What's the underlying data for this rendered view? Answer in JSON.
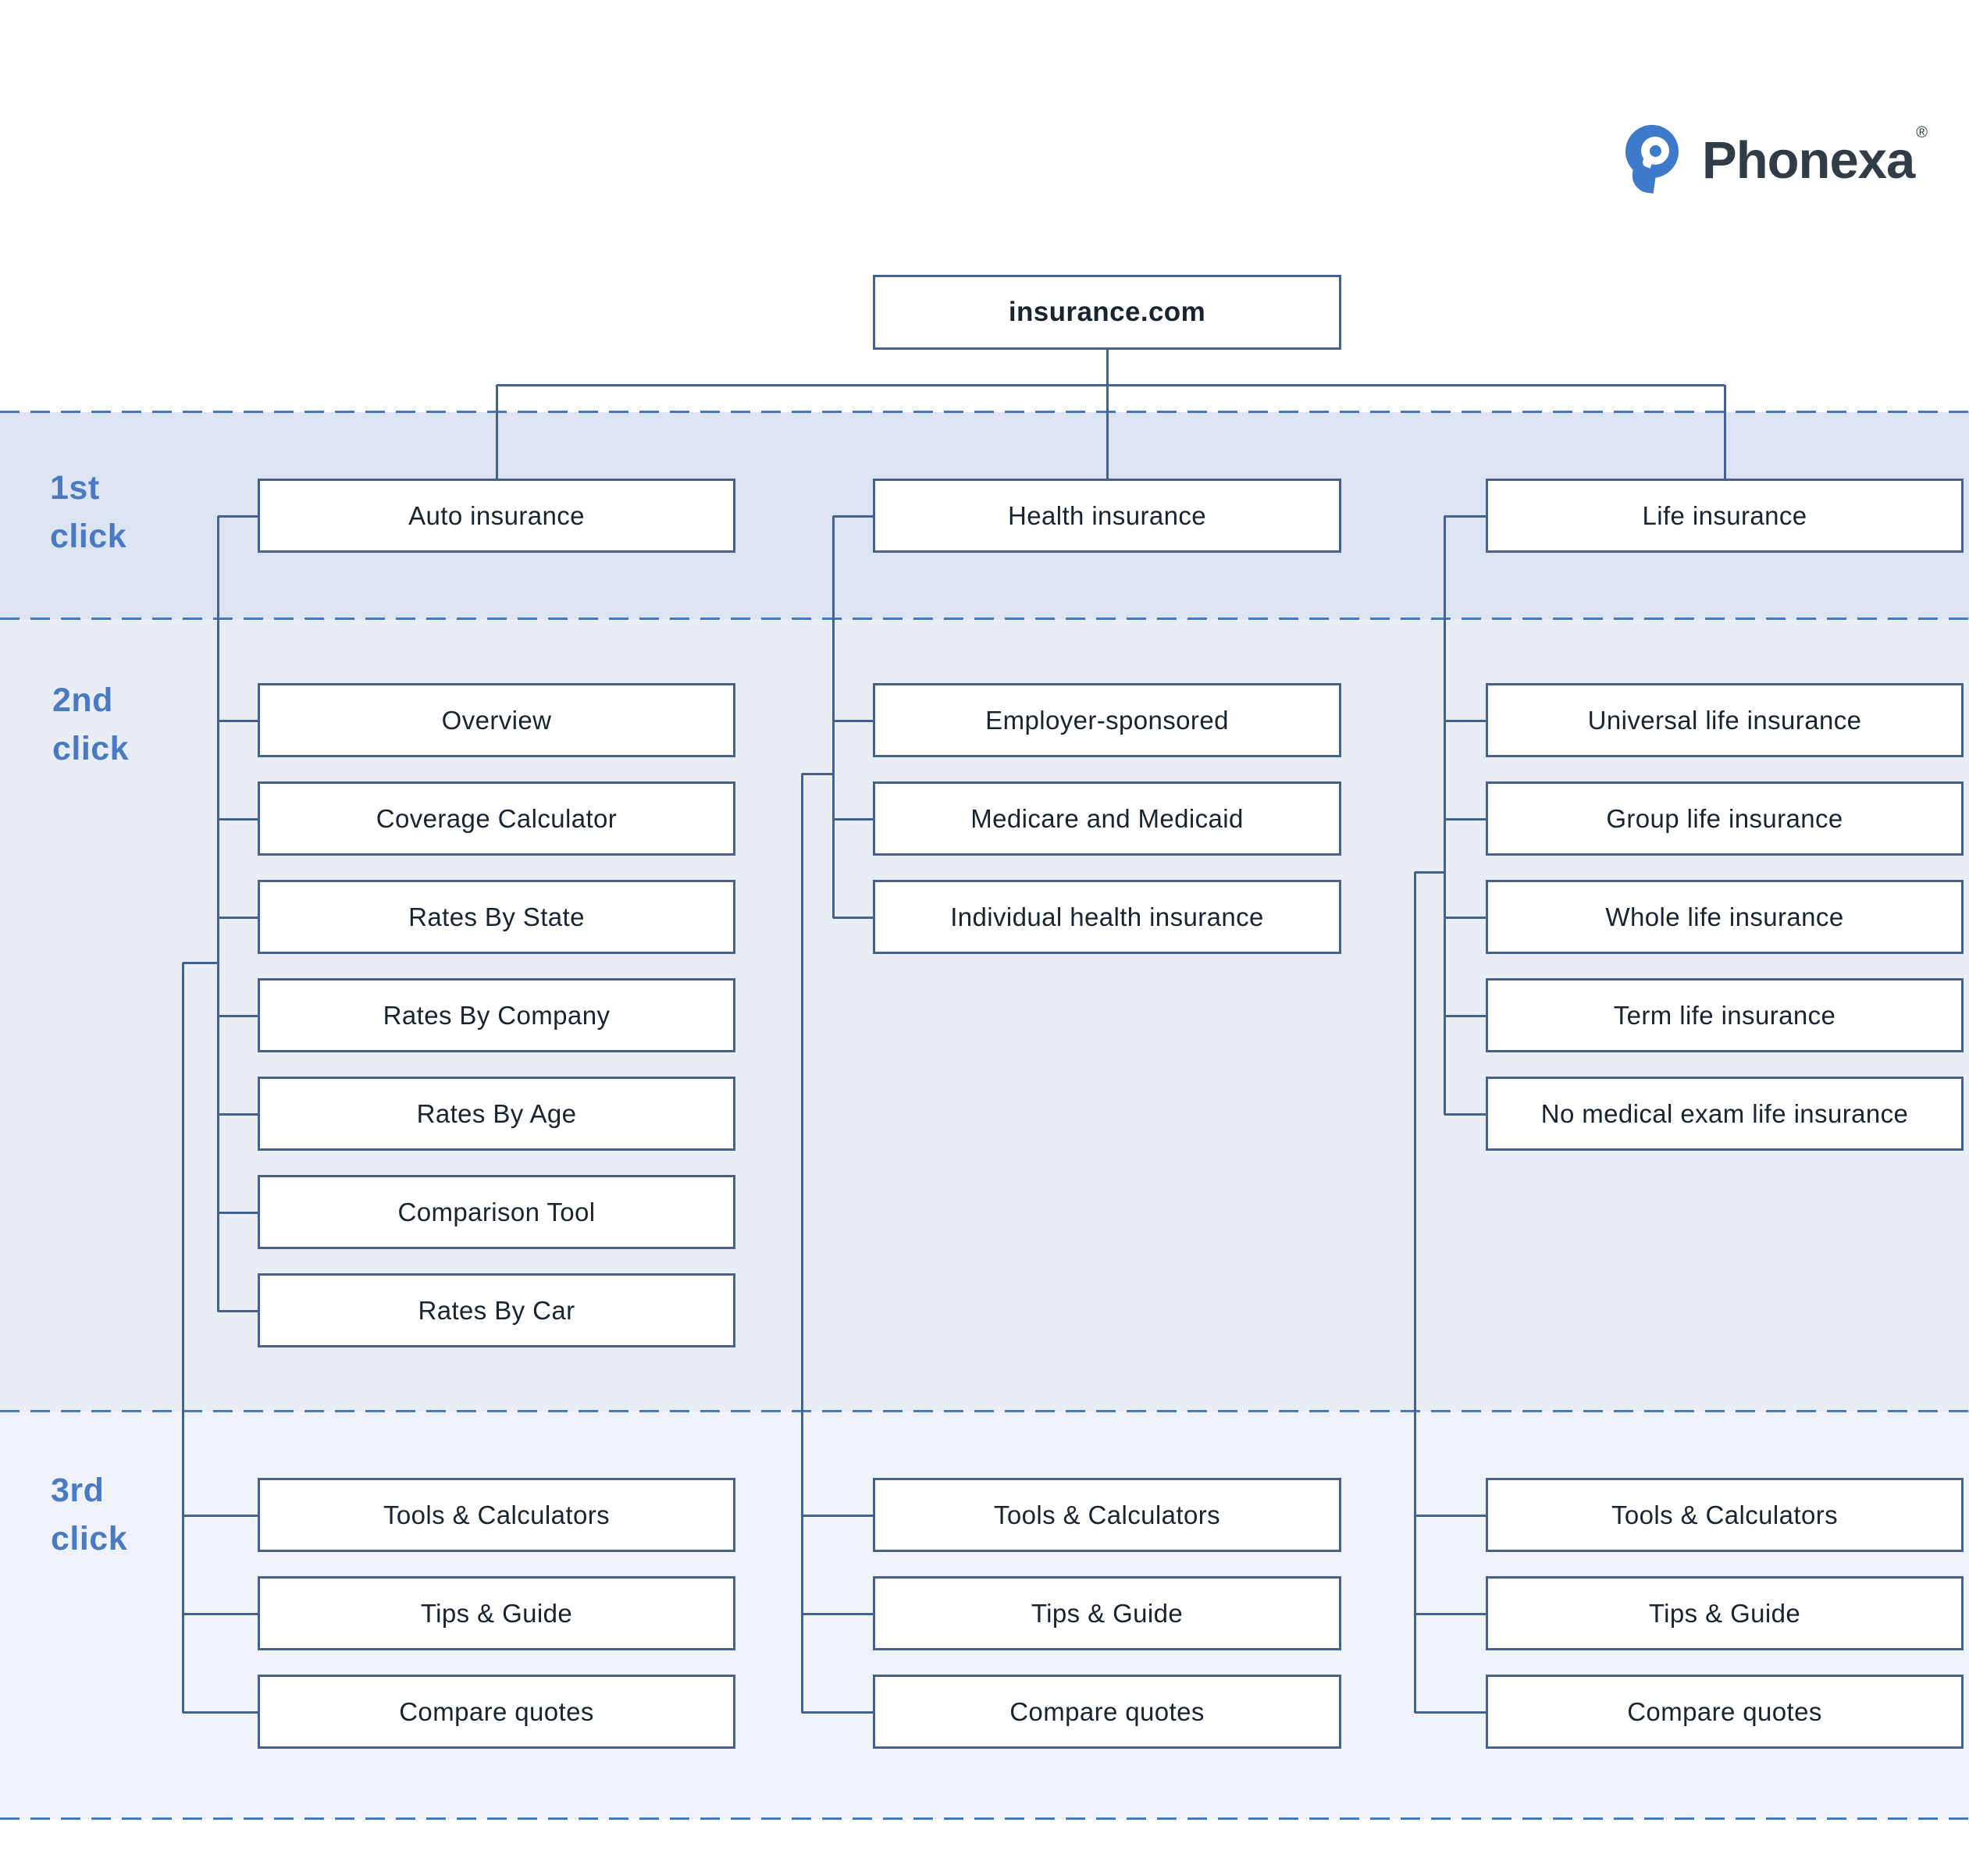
{
  "logo": {
    "brand": "Phonexa",
    "registered": "®"
  },
  "root_label": "insurance.com",
  "band_labels": [
    {
      "line1": "1st",
      "line2": "click"
    },
    {
      "line1": "2nd",
      "line2": "click"
    },
    {
      "line1": "3rd",
      "line2": "click"
    }
  ],
  "columns": [
    {
      "title": "Auto insurance",
      "second_click": [
        "Overview",
        "Coverage Calculator",
        "Rates By State",
        "Rates By Company",
        "Rates By Age",
        "Comparison Tool",
        "Rates By Car"
      ],
      "third_click": [
        "Tools & Calculators",
        "Tips & Guide",
        "Compare quotes"
      ]
    },
    {
      "title": "Health insurance",
      "second_click": [
        "Employer-sponsored",
        "Medicare and Medicaid",
        "Individual health insurance"
      ],
      "third_click": [
        "Tools & Calculators",
        "Tips & Guide",
        "Compare quotes"
      ]
    },
    {
      "title": "Life insurance",
      "second_click": [
        "Universal life insurance",
        "Group life insurance",
        "Whole life insurance",
        "Term life insurance",
        "No medical exam life insurance"
      ],
      "third_click": [
        "Tools & Calculators",
        "Tips & Guide",
        "Compare quotes"
      ]
    }
  ],
  "colors": {
    "band1": "#dce4f1",
    "band2": "#e8edf6",
    "band3": "#eff3f9",
    "line": "#44628c",
    "dash": "#4579bd",
    "label": "#4a7ac2",
    "box_text": "#1a232e",
    "logo_blue": "#3d7bca",
    "logo_text": "#323c46"
  }
}
